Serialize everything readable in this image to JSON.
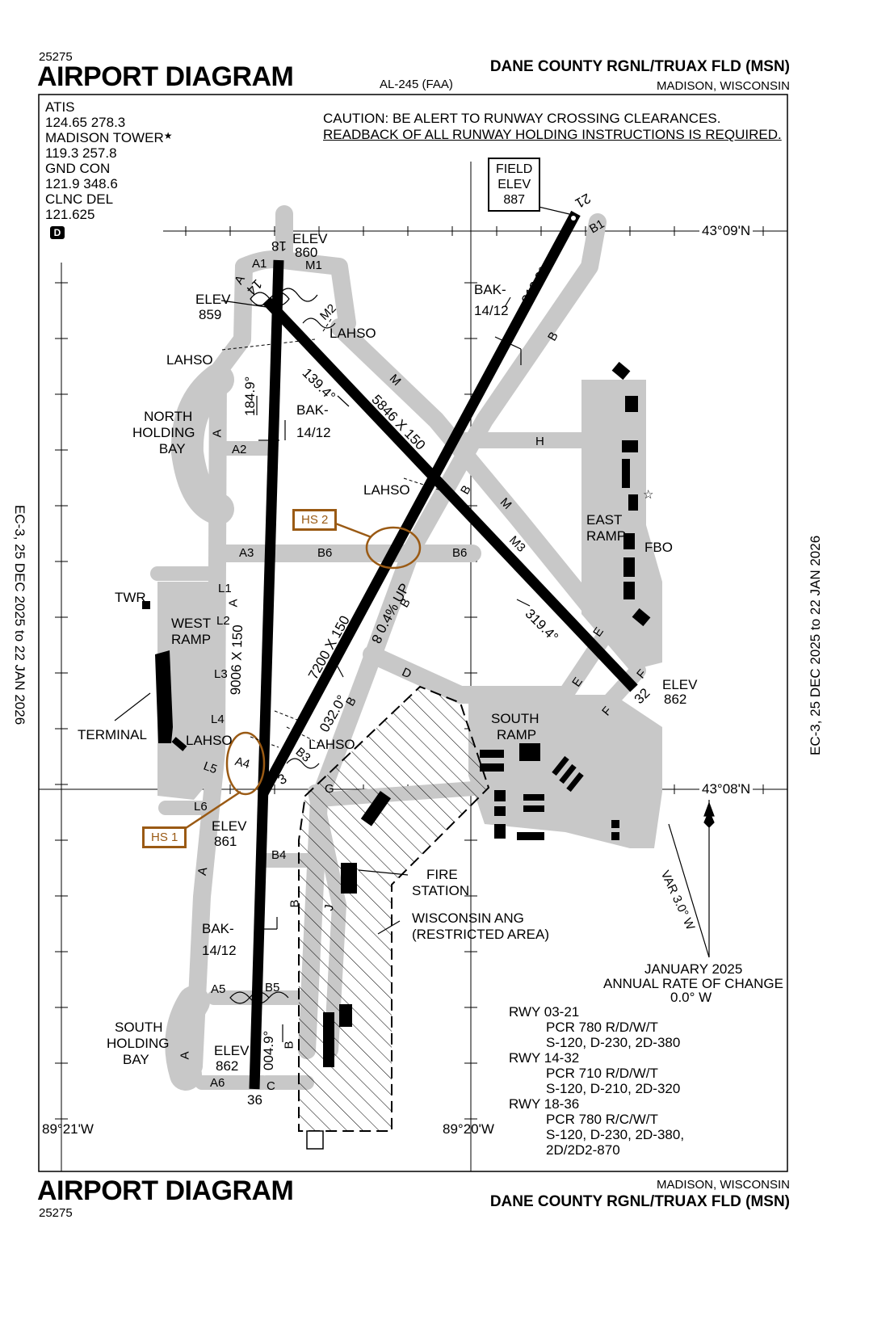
{
  "header": {
    "chart_number_top": "25275",
    "title_top": "AIRPORT DIAGRAM",
    "al_number": "AL-245 (FAA)",
    "airport_name_top": "DANE COUNTY RGNL/TRUAX FLD (MSN)",
    "city_top": "MADISON, WISCONSIN"
  },
  "footer": {
    "chart_number_bottom": "25275",
    "title_bottom": "AIRPORT DIAGRAM",
    "city_bottom": "MADISON, WISCONSIN",
    "airport_name_bottom": "DANE COUNTY RGNL/TRUAX FLD (MSN)"
  },
  "side": {
    "left": "EC-3, 25 DEC 2025 to 22 JAN 2026",
    "right": "EC-3, 25 DEC 2025 to 22 JAN 2026"
  },
  "frequencies": {
    "atis_label": "ATIS",
    "atis_freq": "124.65 278.3",
    "tower_label": "MADISON TOWER",
    "tower_freq": "119.3 257.8",
    "gnd_label": "GND CON",
    "gnd_freq": "121.9 348.6",
    "clnc_label": "CLNC DEL",
    "clnc_freq": "121.625",
    "d_badge": "D"
  },
  "caution": {
    "line1": "CAUTION: BE ALERT TO RUNWAY CROSSING CLEARANCES.",
    "line2": "READBACK OF ALL RUNWAY HOLDING INSTRUCTIONS IS REQUIRED."
  },
  "field_elev": {
    "line1": "FIELD",
    "line2": "ELEV",
    "value": "887"
  },
  "coords": {
    "lat_top": "43°09'N",
    "lat_bottom": "43°08'N",
    "lon_left": "89°21'W",
    "lon_right": "89°20'W"
  },
  "runways": {
    "r18_end": "18",
    "r18_elev_label": "ELEV",
    "r18_elev": "860",
    "r36_end": "36",
    "r36_elev_label": "ELEV",
    "r36_elev": "862",
    "r18_36_dims": "9006 X 150",
    "r14_end": "14",
    "r14_elev_label": "ELEV",
    "r14_elev": "859",
    "r32_end": "32",
    "r32_elev_label": "ELEV",
    "r32_elev": "862",
    "r14_32_dims": "5846 X 150",
    "r03_end": "3",
    "r03_elev_label": "ELEV",
    "r03_elev": "861",
    "r21_end": "21",
    "r03_21_dims": "7200 X 150",
    "slope": "0.4% UP",
    "hdg_184": "184.9°",
    "hdg_004": "004.9°",
    "hdg_139": "139.4°",
    "hdg_319": "319.4°",
    "hdg_212": "212.0°",
    "hdg_032": "032.0°"
  },
  "labels": {
    "bak_1412": "BAK-",
    "bak_1412_b": "14/12",
    "lahso": "LAHSO",
    "north_holding_bay": [
      "NORTH",
      "HOLDING",
      "BAY"
    ],
    "south_holding_bay": [
      "SOUTH",
      "HOLDING",
      "BAY"
    ],
    "twr": "TWR",
    "west_ramp": [
      "WEST",
      "RAMP"
    ],
    "terminal": "TERMINAL",
    "east_ramp": [
      "EAST",
      "RAMP"
    ],
    "fbo": "FBO",
    "south_ramp": [
      "SOUTH",
      "RAMP"
    ],
    "fire_station": [
      "FIRE",
      "STATION"
    ],
    "ang": [
      "WISCONSIN  ANG",
      "(RESTRICTED AREA)"
    ],
    "hs1": "HS 1",
    "hs2": "HS 2"
  },
  "taxiways": [
    "A",
    "A1",
    "A2",
    "A3",
    "A4",
    "A5",
    "A6",
    "B",
    "B1",
    "B3",
    "B4",
    "B5",
    "B6",
    "C",
    "D",
    "E",
    "F",
    "G",
    "H",
    "J",
    "L1",
    "L2",
    "L3",
    "L4",
    "L5",
    "L6",
    "M",
    "M1",
    "M2",
    "M3"
  ],
  "variation": {
    "var": "VAR 3.0° W",
    "annual_title": "JANUARY 2025",
    "annual_sub": "ANNUAL RATE OF CHANGE",
    "annual_val": "0.0° W"
  },
  "pcr": [
    {
      "rwy": "RWY 03-21",
      "pcr": "PCR 780 R/D/W/T",
      "weights": [
        "S-120, D-230, 2D-380"
      ]
    },
    {
      "rwy": "RWY 14-32",
      "pcr": "PCR 710 R/D/W/T",
      "weights": [
        "S-120, D-210, 2D-320"
      ]
    },
    {
      "rwy": "RWY 18-36",
      "pcr": "PCR 780 R/C/W/T",
      "weights": [
        "S-120, D-230, 2D-380,",
        "2D/2D2-870"
      ]
    }
  ],
  "colors": {
    "taxiway_gray": "#c8c8c8",
    "runway": "#000000",
    "hot_spot": "#9a5a14"
  }
}
